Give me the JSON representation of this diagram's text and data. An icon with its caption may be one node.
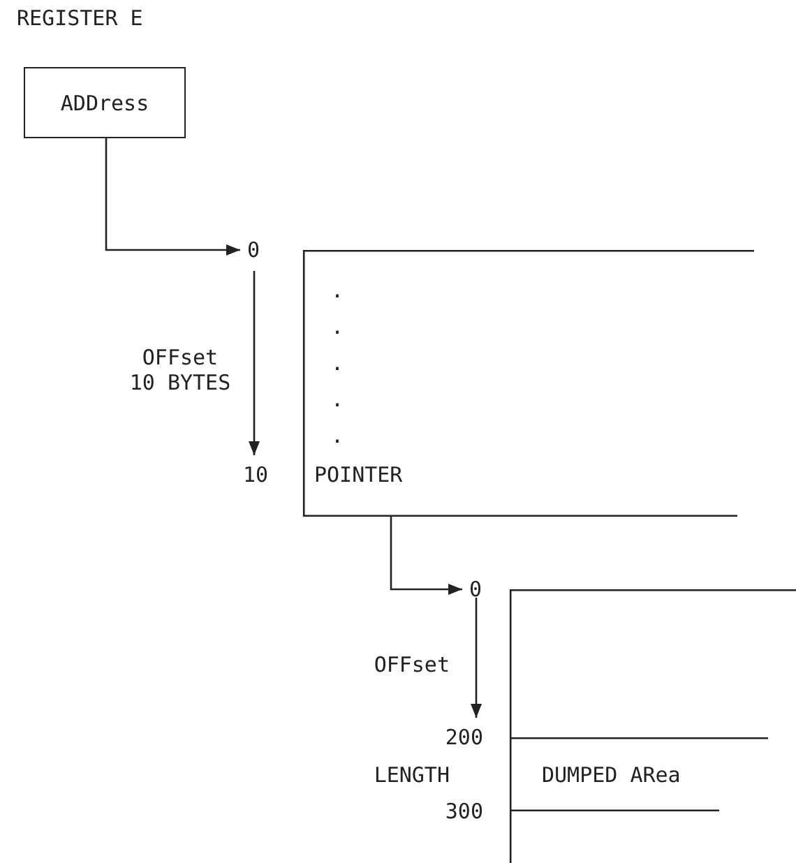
{
  "diagram": {
    "nodes": [
      {
        "text": [
          "REGISTER E",
          "ADDress"
        ]
      },
      {
        "text": [
          "0"
        ]
      },
      {
        "text": [
          ".",
          ".",
          ".",
          ".",
          ".",
          "POINTER"
        ]
      },
      {
        "text": [
          "0"
        ]
      },
      {
        "text": [],
        "shape": "box"
      },
      {
        "text": [
          "DUMPED ARea"
        ],
        "in": 4
      }
    ],
    "edges": [
      {
        "from": 0,
        "to": 1,
        "arrow": "to"
      },
      {
        "from": 2,
        "to": 3,
        "arrow": "to"
      }
    ],
    "labels": [
      "OFFset 10 BYTES",
      "10",
      "OFFset",
      "200",
      "LENGTH",
      "300"
    ]
  }
}
